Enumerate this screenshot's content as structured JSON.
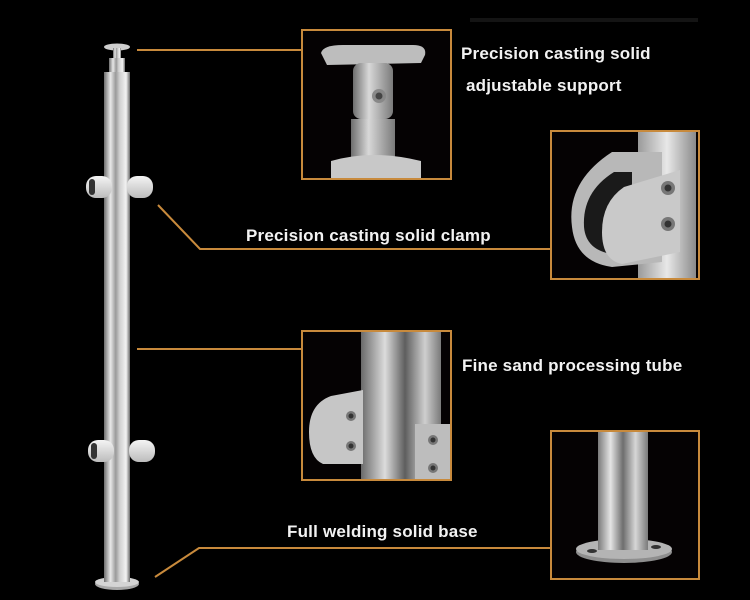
{
  "colors": {
    "background": "#000000",
    "accent_line": "#c88a3c",
    "label_text": "#f2f2f2",
    "steel_light": "#e6e6e6",
    "steel_dark": "#7a7a7a"
  },
  "features": [
    {
      "id": "support",
      "label_line1": "Precision casting solid",
      "label_line2": "adjustable support",
      "icon": "handrail-support-icon"
    },
    {
      "id": "clamp",
      "label": "Precision casting solid clamp",
      "icon": "glass-clamp-icon"
    },
    {
      "id": "tube",
      "label": "Fine sand processing tube",
      "icon": "tube-detail-icon"
    },
    {
      "id": "base",
      "label": "Full welding solid base",
      "icon": "base-plate-icon"
    }
  ]
}
